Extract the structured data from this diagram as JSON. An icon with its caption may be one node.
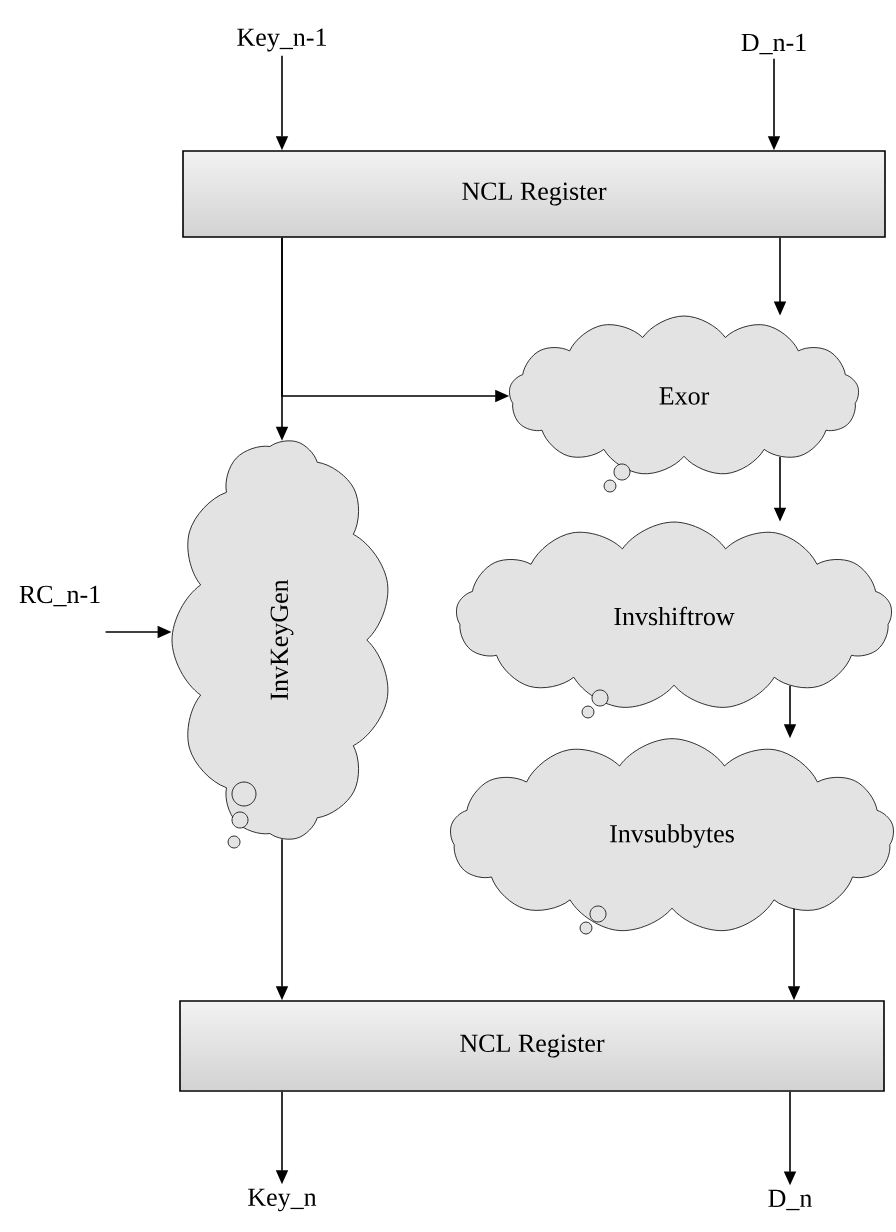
{
  "diagram": {
    "nodes": [
      {
        "text": [
          "Key_n-1"
        ]
      },
      {
        "text": [
          "D_n-1"
        ]
      },
      {
        "text": [
          "NCL Register"
        ]
      },
      {
        "text": [
          "Exor"
        ]
      },
      {
        "text": [
          "InvKeyGen"
        ]
      },
      {
        "text": [
          "RC_n-1"
        ]
      },
      {
        "text": [
          "Invshiftrow"
        ]
      },
      {
        "text": [
          "Invsubbytes"
        ]
      },
      {
        "text": [
          "NCL Register"
        ]
      },
      {
        "text": [
          "Key_n"
        ]
      },
      {
        "text": [
          "D_n"
        ]
      }
    ],
    "edges": [
      {
        "from": 0,
        "to": 2,
        "arrow": "to"
      },
      {
        "from": 1,
        "to": 2,
        "arrow": "to"
      },
      {
        "from": 2,
        "to": 3,
        "arrow": "to"
      },
      {
        "from": 2,
        "to": 4,
        "arrow": "to"
      },
      {
        "from": 2,
        "to": 3,
        "arrow": "to"
      },
      {
        "from": 5,
        "to": 4,
        "arrow": "to"
      },
      {
        "from": 3,
        "to": 6,
        "arrow": "to"
      },
      {
        "from": 6,
        "to": 7,
        "arrow": "to"
      },
      {
        "from": 4,
        "to": 8,
        "arrow": "to"
      },
      {
        "from": 7,
        "to": 8,
        "arrow": "to"
      },
      {
        "from": 8,
        "to": 9,
        "arrow": "to"
      },
      {
        "from": 8,
        "to": 10,
        "arrow": "to"
      }
    ]
  }
}
